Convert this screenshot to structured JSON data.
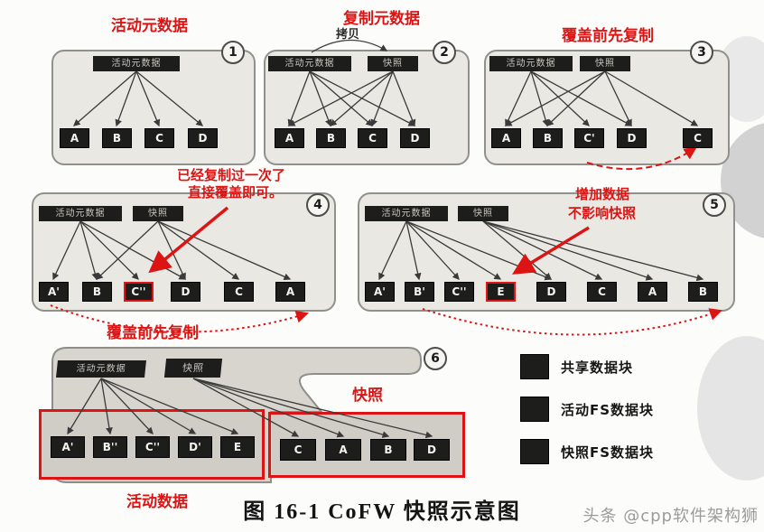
{
  "page": {
    "caption": "图 16-1  CoFW 快照示意图",
    "watermark": "头条 @cpp软件架构狮"
  },
  "labels": {
    "active_metadata": "活动元数据",
    "copy_metadata": "复制元数据",
    "copy": "拷贝",
    "copy_before_overwrite_top": "覆盖前先复制",
    "already_copied_line1": "已经复制过一次了",
    "already_copied_line2": "直接覆盖即可。",
    "add_data_line1": "增加数据",
    "add_data_line2": "不影响快照",
    "copy_before_overwrite_bottom": "覆盖前先复制",
    "snapshot_area": "快照",
    "active_data": "活动数据"
  },
  "panels": [
    {
      "number": "1",
      "headers": [
        "活动元数据"
      ],
      "blocks": [
        "A",
        "B",
        "C",
        "D"
      ]
    },
    {
      "number": "2",
      "headers": [
        "活动元数据",
        "快照"
      ],
      "blocks": [
        "A",
        "B",
        "C",
        "D"
      ]
    },
    {
      "number": "3",
      "headers": [
        "活动元数据",
        "快照"
      ],
      "blocks": [
        "A",
        "B",
        "C'",
        "D",
        "C"
      ]
    },
    {
      "number": "4",
      "headers": [
        "活动元数据",
        "快照"
      ],
      "blocks": [
        "A'",
        "B",
        "C''",
        "D",
        "C",
        "A"
      ]
    },
    {
      "number": "5",
      "headers": [
        "活动元数据",
        "快照"
      ],
      "blocks": [
        "A'",
        "B'",
        "C''",
        "E",
        "D",
        "C",
        "A",
        "B"
      ]
    },
    {
      "number": "6",
      "headers": [
        "活动元数据",
        "快照"
      ],
      "active_blocks": [
        "A'",
        "B''",
        "C''",
        "D'",
        "E"
      ],
      "snapshot_blocks": [
        "C",
        "A",
        "B",
        "D"
      ]
    }
  ],
  "legend": {
    "items": [
      {
        "label": "共享数据块"
      },
      {
        "label": "活动FS数据块"
      },
      {
        "label": "快照FS数据块"
      }
    ]
  }
}
